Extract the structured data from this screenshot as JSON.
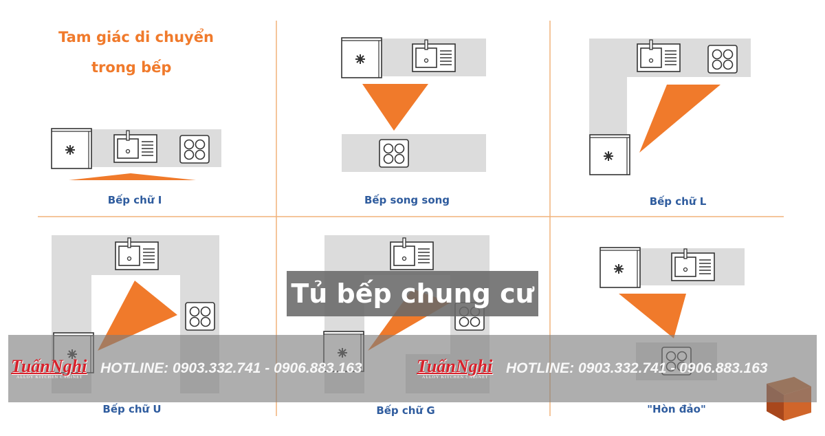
{
  "diagram": {
    "title_line1": "Tam giác di chuyển",
    "title_line2": "trong bếp",
    "layouts": [
      {
        "caption": "Bếp chữ I"
      },
      {
        "caption": "Bếp song song"
      },
      {
        "caption": "Bếp chữ L"
      },
      {
        "caption": "Bếp chữ U"
      },
      {
        "caption": "Bếp chữ G"
      },
      {
        "caption": "\"Hòn đảo\""
      }
    ]
  },
  "overlay": {
    "title": "Tủ bếp chung cư"
  },
  "watermark": {
    "brand": "TuấnNghi",
    "tagline": "ALLOY KITCHEN CABINET",
    "hotline": "HOTLINE: 0903.332.741 - 0906.883.163"
  },
  "colors": {
    "accent": "#f07a2b",
    "counter": "#dcdcdc",
    "caption": "#2f5c9e",
    "divider": "#f0b27a",
    "brand_red": "#d8202a"
  }
}
